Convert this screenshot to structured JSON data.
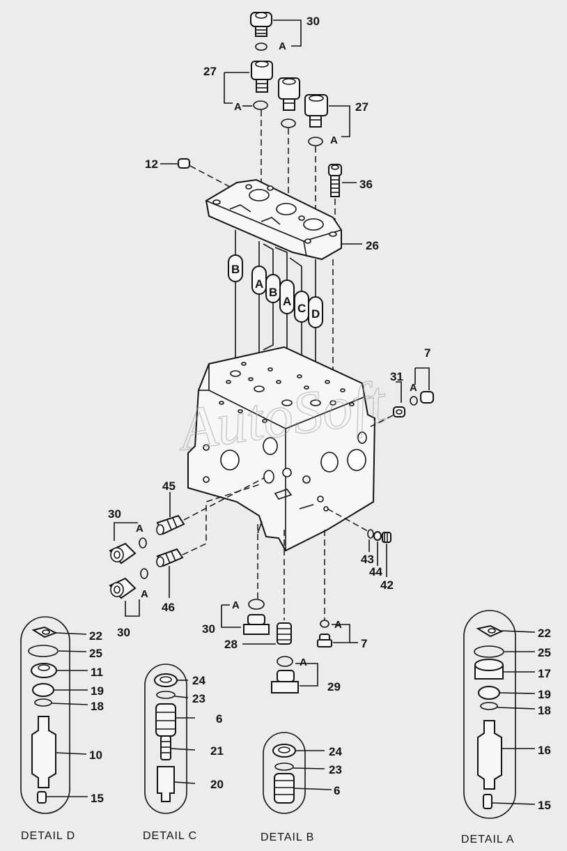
{
  "watermark": "AutoSoft",
  "callout_letters": {
    "a": "A",
    "b": "B",
    "c": "C",
    "d": "D"
  },
  "part_numbers": {
    "p6": "6",
    "p7": "7",
    "p10": "10",
    "p11": "11",
    "p12": "12",
    "p15": "15",
    "p16": "16",
    "p17": "17",
    "p18": "18",
    "p19": "19",
    "p20": "20",
    "p21": "21",
    "p22": "22",
    "p23": "23",
    "p24": "24",
    "p25": "25",
    "p26": "26",
    "p27": "27",
    "p28": "28",
    "p29": "29",
    "p30": "30",
    "p31": "31",
    "p36": "36",
    "p42": "42",
    "p43": "43",
    "p44": "44",
    "p45": "45",
    "p46": "46"
  },
  "details": {
    "a": "DETAIL A",
    "b": "DETAIL B",
    "c": "DETAIL C",
    "d": "DETAIL D"
  }
}
